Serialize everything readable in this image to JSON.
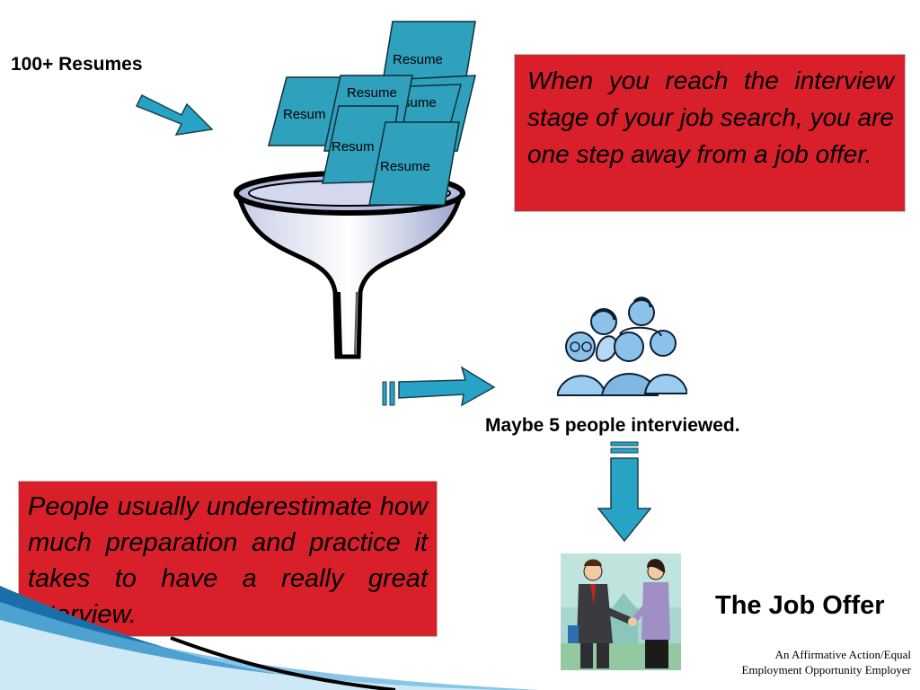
{
  "labels": {
    "resumes": "100+ Resumes",
    "interviewed": "Maybe 5 people interviewed.",
    "offer": "The Job Offer"
  },
  "resume_cards": [
    "Resume",
    "Resume",
    "sume",
    "Resum",
    "Resum",
    "Resume"
  ],
  "callouts": {
    "interview_stage": "When you reach the interview stage of your job search, you are one step away from a job offer.",
    "preparation": "People usually underestimate how much preparation and practice it takes to have a really great interview."
  },
  "footer": {
    "line1": "An Affirmative Action/Equal",
    "line2": "Employment Opportunity Employer"
  },
  "colors": {
    "callout_red": "#d9202a",
    "arrow_teal": "#27a3c6",
    "card_teal": "#2fa1bd",
    "decor_blue": "#1a6fa8"
  },
  "icons": [
    "funnel-icon",
    "people-group-icon",
    "handshake-icon",
    "arrow-icon"
  ]
}
